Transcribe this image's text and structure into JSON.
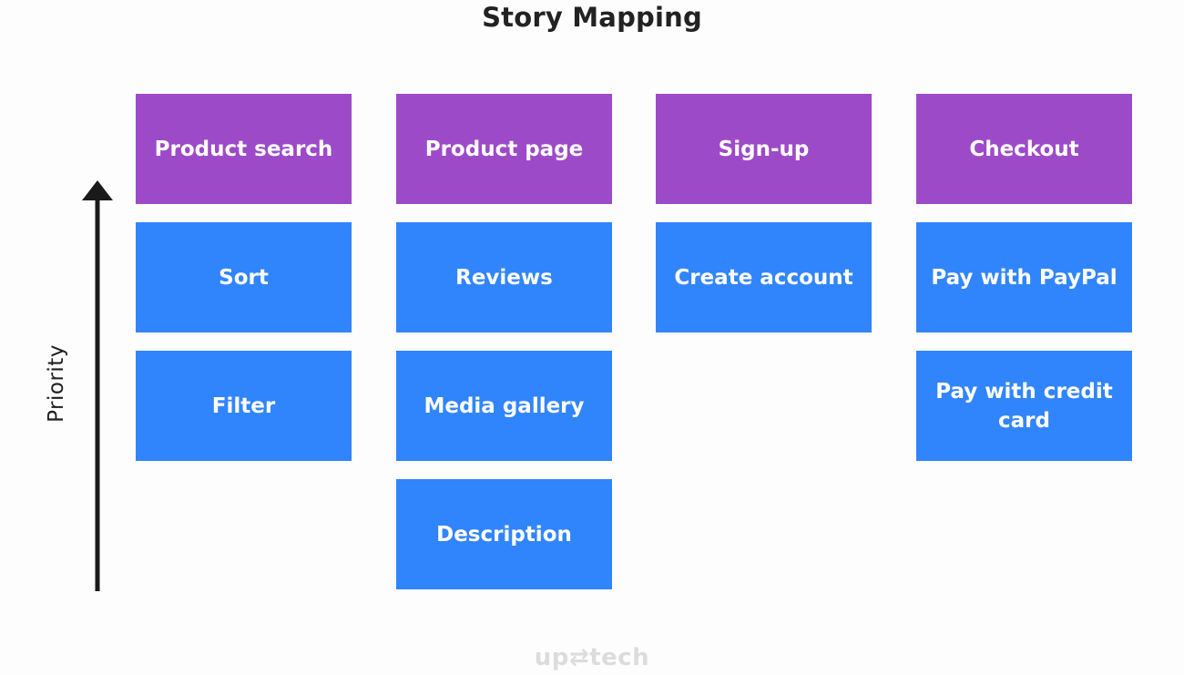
{
  "title": "Story Mapping",
  "axis_label": "Priority",
  "logo_text": "up⇄tech",
  "colors": {
    "epic": "#9d4ac9",
    "story": "#3185fc",
    "axis": "#1a1a1a"
  },
  "columns": [
    {
      "epic": "Product search",
      "stories": [
        "Sort",
        "Filter"
      ]
    },
    {
      "epic": "Product page",
      "stories": [
        "Reviews",
        "Media gallery",
        "Description"
      ]
    },
    {
      "epic": "Sign-up",
      "stories": [
        "Create account"
      ]
    },
    {
      "epic": "Checkout",
      "stories": [
        "Pay with PayPal",
        "Pay with credit card"
      ]
    }
  ]
}
